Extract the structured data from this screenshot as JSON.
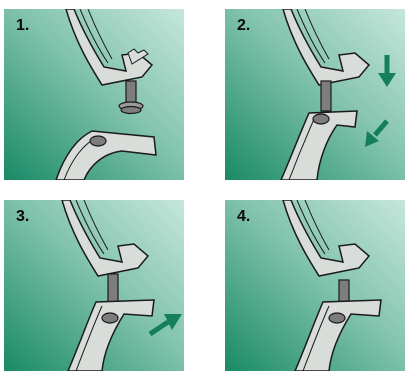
{
  "steps": [
    {
      "label": "1."
    },
    {
      "label": "2."
    },
    {
      "label": "3."
    },
    {
      "label": "4."
    }
  ],
  "colors": {
    "bg_light": "#bfe0d6",
    "bg_dark": "#1f8d6a",
    "arrow": "#13805a",
    "part_fill": "#d9ddd9",
    "part_stroke": "#1a1a1a",
    "pin_fill": "#7d7d7d"
  },
  "icons": {
    "arrow_down": "arrow-down-icon",
    "arrow_diagonal_down_left": "arrow-down-left-icon",
    "arrow_diagonal_up_right": "arrow-up-right-icon"
  }
}
